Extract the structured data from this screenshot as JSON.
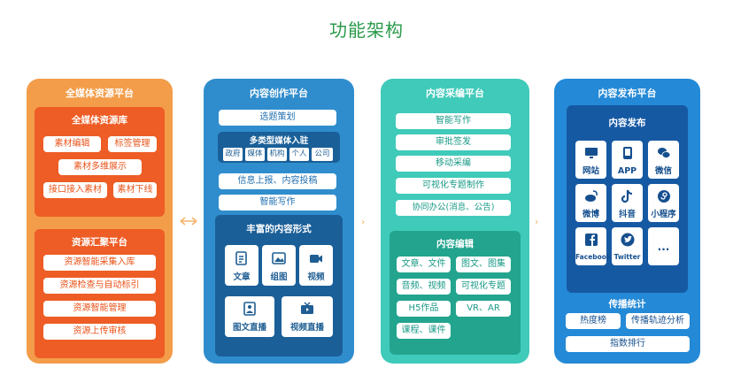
{
  "title": "功能架构",
  "col1": {
    "head": "全媒体资源平台",
    "lib": {
      "head": "全媒体资源库",
      "items": [
        "素材编辑",
        "标签管理",
        "素材多维展示",
        "接口接入素材",
        "素材下线"
      ]
    },
    "agg": {
      "head": "资源汇聚平台",
      "items": [
        "资源智能采集入库",
        "资源检查与自动标引",
        "资源智能管理",
        "资源上传审核"
      ]
    }
  },
  "col2": {
    "head": "内容创作平台",
    "items": [
      "选题策划",
      "信息上报、内容投稿",
      "智能写作"
    ],
    "embed": {
      "head": "多类型媒体入驻",
      "chips": [
        "政府",
        "媒体",
        "机构",
        "个人",
        "公司"
      ]
    },
    "rich": {
      "head": "丰富的内容形式",
      "cards": [
        "文章",
        "组图",
        "视频",
        "图文直播",
        "视频直播"
      ]
    }
  },
  "col3": {
    "head": "内容采编平台",
    "items": [
      "智能写作",
      "审批签发",
      "移动采编",
      "可视化专题制作",
      "协同办公(消息、公告)"
    ],
    "edit": {
      "head": "内容编辑",
      "items": [
        "文章、文件",
        "图文、图集",
        "音频、视频",
        "可视化专题",
        "H5作品",
        "VR、AR",
        "课程、课件"
      ]
    }
  },
  "col4": {
    "head": "内容发布平台",
    "pub": {
      "head": "内容发布",
      "apps": [
        {
          "label": "网站",
          "icon": "monitor-icon"
        },
        {
          "label": "APP",
          "icon": "app-icon"
        },
        {
          "label": "微信",
          "icon": "wechat-icon"
        },
        {
          "label": "微博",
          "icon": "weibo-icon"
        },
        {
          "label": "抖音",
          "icon": "douyin-icon"
        },
        {
          "label": "小程序",
          "icon": "miniprogram-icon"
        },
        {
          "label": "Facebook",
          "icon": "facebook-icon"
        },
        {
          "label": "Twitter",
          "icon": "twitter-icon"
        },
        {
          "label": "...",
          "icon": "more-icon"
        }
      ]
    },
    "stats": {
      "head": "传播统计",
      "items": [
        "热度榜",
        "传播轨迹分析",
        "指数排行"
      ]
    }
  },
  "colors": {
    "orange_col": "#f39d4a",
    "orange_panel": "#ed5d25",
    "blue_col": "#2f8dcd",
    "teal_col": "#3fcab9",
    "teal_panel": "#23a48e",
    "pub_col": "#2489d6",
    "title": "#2a9a4a"
  }
}
